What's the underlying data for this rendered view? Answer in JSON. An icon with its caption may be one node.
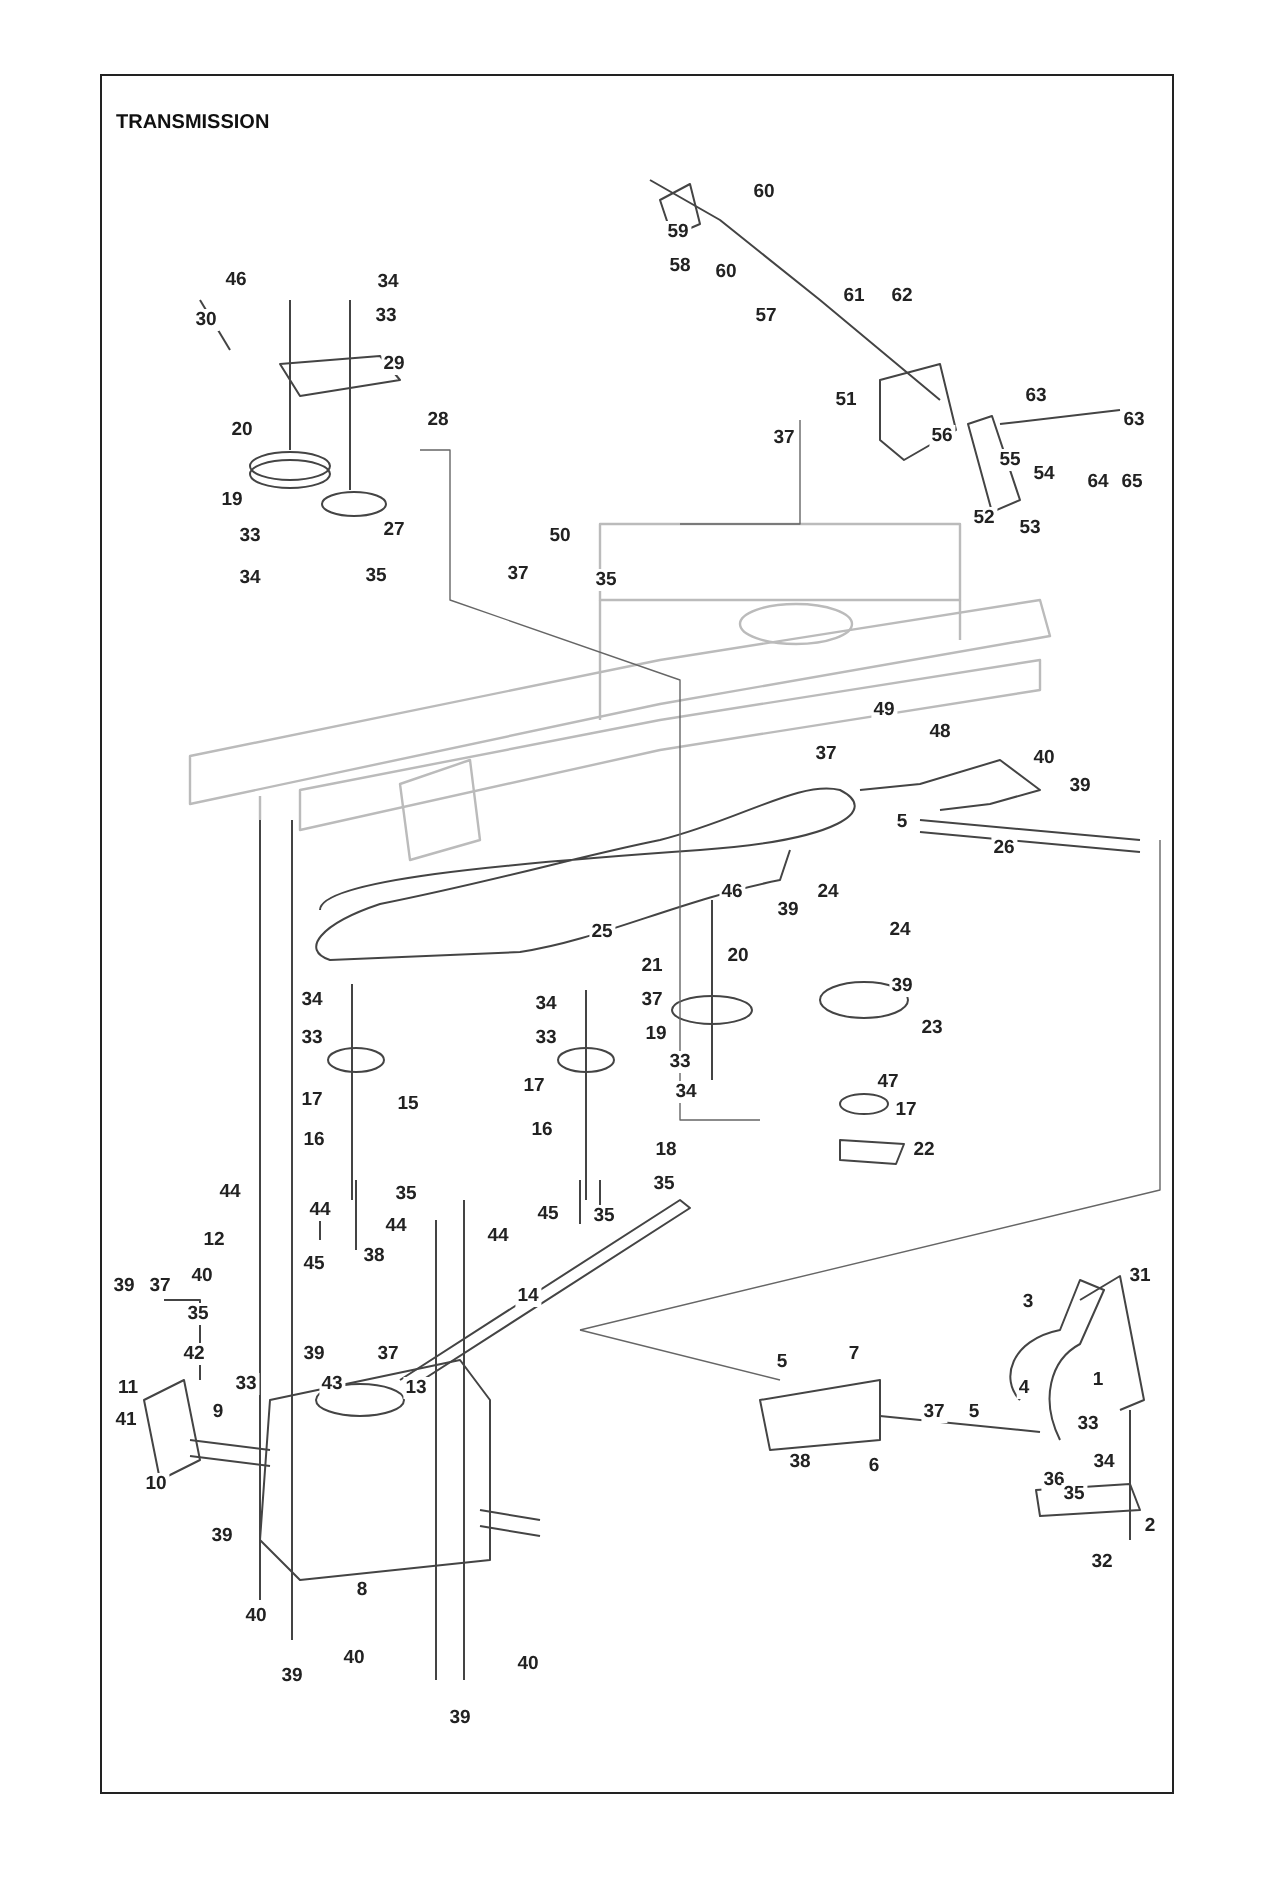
{
  "diagram": {
    "title": "TRANSMISSION",
    "labels": [
      "60",
      "59",
      "58",
      "60",
      "57",
      "46",
      "34",
      "61",
      "62",
      "30",
      "33",
      "29",
      "51",
      "63",
      "20",
      "28",
      "37",
      "56",
      "63",
      "55",
      "54",
      "64",
      "65",
      "19",
      "27",
      "52",
      "53",
      "33",
      "50",
      "34",
      "35",
      "37",
      "35",
      "49",
      "48",
      "37",
      "40",
      "39",
      "5",
      "26",
      "46",
      "39",
      "24",
      "25",
      "24",
      "21",
      "20",
      "34",
      "34",
      "37",
      "39",
      "33",
      "33",
      "19",
      "23",
      "33",
      "34",
      "17",
      "15",
      "17",
      "47",
      "16",
      "16",
      "17",
      "18",
      "22",
      "35",
      "35",
      "44",
      "44",
      "35",
      "45",
      "44",
      "44",
      "45",
      "38",
      "12",
      "40",
      "39",
      "37",
      "14",
      "35",
      "3",
      "31",
      "42",
      "39",
      "37",
      "5",
      "7",
      "11",
      "33",
      "43",
      "13",
      "4",
      "1",
      "41",
      "9",
      "37",
      "5",
      "33",
      "38",
      "6",
      "34",
      "10",
      "36",
      "35",
      "39",
      "2",
      "8",
      "32",
      "40",
      "39",
      "40",
      "40",
      "39"
    ]
  }
}
